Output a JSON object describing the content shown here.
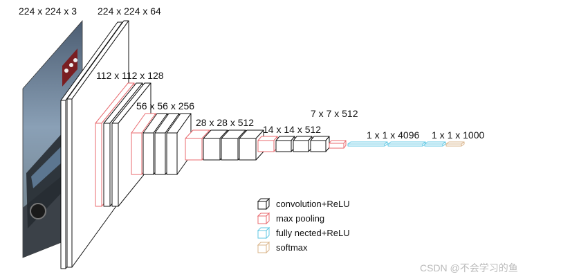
{
  "colors": {
    "conv": "#111111",
    "pool": "#e8696e",
    "fc": "#5fc7e3",
    "softmax": "#d9b48a"
  },
  "labels": {
    "input": "224 x 224 x 3",
    "conv1": "224 x 224 x 64",
    "conv2": "112 x 112 x 128",
    "conv3": "56 x 56 x 256",
    "conv4": "28 x 28 x 512",
    "conv5": "14 x 14 x 512",
    "pool5": "7 x 7 x 512",
    "fc1": "1 x 1 x 4096",
    "fc3": "1 x 1 x 1000"
  },
  "legend": {
    "conv": "convolution+ReLU",
    "pool": "max pooling",
    "fc": "fully nected+ReLU",
    "softmax": "softmax"
  },
  "watermark": "CSDN @不会学习的鱼"
}
